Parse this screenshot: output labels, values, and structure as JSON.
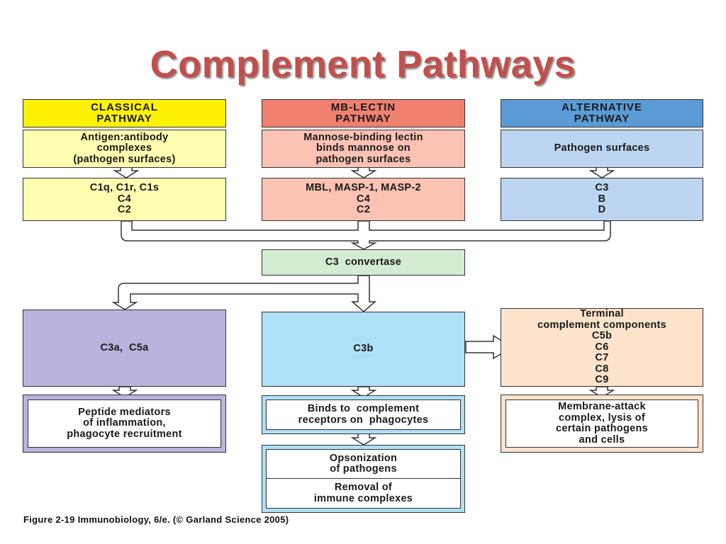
{
  "title": "Complement Pathways",
  "pathways": {
    "classical": {
      "header": [
        "CLASSICAL",
        "PATHWAY"
      ],
      "trigger": [
        "Antigen:antibody",
        "complexes",
        "(pathogen surfaces)"
      ],
      "components": [
        "C1q, C1r, C1s",
        "C4",
        "C2"
      ]
    },
    "lectin": {
      "header": [
        "MB-LECTIN",
        "PATHWAY"
      ],
      "trigger": [
        "Mannose-binding lectin",
        "binds mannose on",
        "pathogen surfaces"
      ],
      "components": [
        "MBL, MASP-1, MASP-2",
        "C4",
        "C2"
      ]
    },
    "alternative": {
      "header": [
        "ALTERNATIVE",
        "PATHWAY"
      ],
      "trigger": [
        "Pathogen surfaces"
      ],
      "components": [
        "C3",
        "B",
        "D"
      ]
    }
  },
  "convertase": "C3  convertase",
  "outputs": {
    "c3a_c5a": "C3a,  C5a",
    "c3b": "C3b",
    "terminal": [
      "Terminal",
      "complement components",
      "C5b",
      "C6",
      "C7",
      "C8",
      "C9"
    ]
  },
  "effects": {
    "peptide": [
      "Peptide mediators",
      "of inflammation,",
      "phagocyte recruitment"
    ],
    "binds": [
      "Binds to  complement",
      "receptors on  phagocytes"
    ],
    "opsonization": [
      "Opsonization",
      "of pathogens"
    ],
    "removal": [
      "Removal of",
      "immune complexes"
    ],
    "mac": [
      "Membrane-attack",
      "complex, lysis of",
      "certain pathogens",
      "and cells"
    ]
  },
  "caption": "Figure 2-19  Immunobiology, 6/e. (© Garland Science 2005)",
  "colors": {
    "title": "#c0504d",
    "classical_header": "#fff200",
    "lectin_header": "#f08070",
    "alternative_header": "#5b9bd5",
    "convertase": "#d3ecd3",
    "c3a_c5a": "#b9b3de",
    "c3b": "#aee0f7",
    "terminal": "#fde3cc"
  }
}
